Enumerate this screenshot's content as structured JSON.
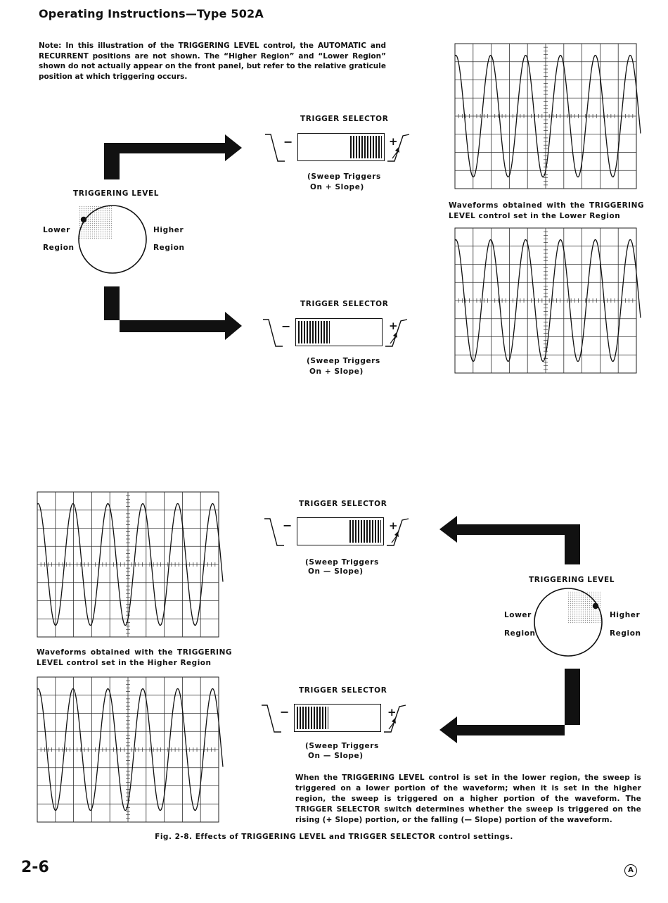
{
  "header": {
    "title": "Operating Instructions—Type 502A"
  },
  "note": "Note: In this illustration of the TRIGGERING LEVEL control, the AUTOMATIC and RECURRENT positions are not shown. The “Higher Region” and “Lower Region” shown do not actually appear on the front panel, but refer to the relative graticule position at which triggering occurs.",
  "triggering_level_label": "TRIGGERING LEVEL",
  "knob_labels": {
    "lower": "Lower",
    "higher": "Higher",
    "region": "Region"
  },
  "selectors": [
    {
      "title": "TRIGGER SELECTOR",
      "minus": "−",
      "plus": "+",
      "line1": "(Sweep Triggers",
      "line2": "On  +  Slope)"
    },
    {
      "title": "TRIGGER SELECTOR",
      "minus": "−",
      "plus": "+",
      "line1": "(Sweep Triggers",
      "line2": "On  +  Slope)"
    },
    {
      "title": "TRIGGER SELECTOR",
      "minus": "−",
      "plus": "+",
      "line1": "(Sweep Triggers",
      "line2": "On  —  Slope)"
    },
    {
      "title": "TRIGGER SELECTOR",
      "minus": "−",
      "plus": "+",
      "line1": "(Sweep Triggers",
      "line2": "On  —  Slope)"
    }
  ],
  "captions": {
    "lower_region": "Waveforms obtained with the TRIGGERING LEVEL control set in the Lower Region",
    "higher_region": "Waveforms obtained with the TRIGGERING LEVEL control set in the Higher Region"
  },
  "body_text": "When the TRIGGERING LEVEL control is set in the lower region, the sweep is triggered on a lower portion of the waveform; when it is set in the higher region, the sweep is triggered on a higher portion of the waveform. The TRIGGER SELECTOR switch determines whether the sweep is triggered on the rising (+ Slope) portion, or the falling (— Slope) portion of the waveform.",
  "figure_caption": "Fig. 2-8. Effects of TRIGGERING LEVEL and TRIGGER SELECTOR control settings.",
  "page_number": "2-6",
  "corner_mark": "A",
  "colors": {
    "ink": "#111111",
    "paper": "#ffffff",
    "stipple": "#bbbbbb"
  }
}
